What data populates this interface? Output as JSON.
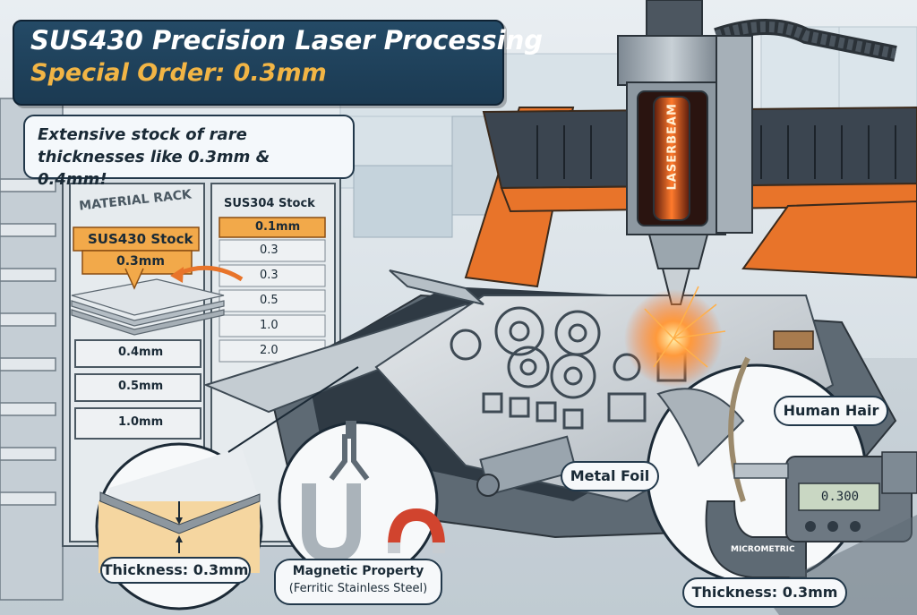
{
  "title": {
    "line1": "SUS430 Precision Laser Processing",
    "line2": "Special Order: 0.3mm"
  },
  "callout": "Extensive stock of rare thicknesses like 0.3mm & 0.4mm!",
  "rack": {
    "header": "MATERIAL RACK",
    "sus430_label": "SUS430 Stock",
    "sus430_highlight": "0.3mm",
    "sus430_items": [
      "0.4mm",
      "0.5mm",
      "1.0mm"
    ],
    "sus304_label": "SUS304 Stock",
    "sus304_items": [
      "0.1mm",
      "0.3",
      "0.3",
      "0.5",
      "1.0",
      "2.0"
    ]
  },
  "laser_head_text": "LASERBEAM",
  "insets": {
    "thickness_left": "Thickness: 0.3mm",
    "magnetic_line1": "Magnetic Property",
    "magnetic_line2": "(Ferritic Stainless Steel)",
    "human_hair": "Human Hair",
    "metal_foil": "Metal Foil",
    "micrometer_reading": "0.300",
    "micrometer_brand": "MICROMETRIC",
    "thickness_right": "Thickness: 0.3mm"
  },
  "colors": {
    "banner": "#1f4360",
    "accent_orange": "#f2b545",
    "machine_orange": "#e8742a",
    "steel": "#c4ccd2",
    "laser_glow": "#ff6a1a"
  }
}
